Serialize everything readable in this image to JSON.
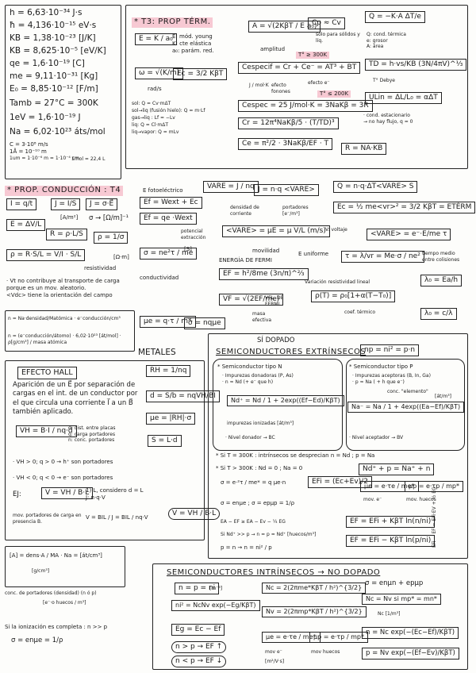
{
  "constants": [
    "h = 6,63·10⁻³⁴ J·s",
    "ħ = 4,136·10⁻¹⁵ eV·s",
    "KB = 1,38·10⁻²³ [J/K]",
    "KB = 8,625·10⁻⁵ [eV/K]",
    "qe = 1,6·10⁻¹⁹ [C]",
    "me = 9,11·10⁻³¹ [Kg]",
    "E₀ = 8,85·10⁻¹² [F/m]",
    "Tamb = 27°C = 300K",
    "1eV = 1,6·10⁻¹⁹ J",
    "Na = 6,02·10²³ áts/mol",
    "C = 3·10⁸ m/s",
    "1Å = 10⁻¹⁰ m",
    "1mol = 22,4 L",
    "1um = 1·10⁻⁶ m = 1·10⁻⁴ cm"
  ],
  "t3": {
    "title": "* T3: PROP TÉRM.",
    "young": "E = K / a₀",
    "young_legend": [
      "E: mód. young",
      "K: cte elástica",
      "a₀: parám. red."
    ],
    "omega": "ω = √(K/m)",
    "omega_unit": "rad/s",
    "ec": "Ec = 3/2 KβT",
    "latent": [
      "sol: Q = Cv·mΔT",
      "sol→liq (fusión hielo): Q = m·Lf",
      "gas→liq : Lf = −Lv",
      "liq: Q = Cl·mΔT",
      "liq→vapor: Q = mLv"
    ],
    "amplitud": "A = √(2KβT / E a₀)",
    "amplitud_label": "amplitud",
    "cp": "Cp ≈ Cv",
    "cp_note": "sólo para sólidos y líq.",
    "cespecif": "Cespecif = Cr + Ce⁻ = AT³ + BT",
    "t_hi": "T° ≥ 300K",
    "t_lo": "T° ≤ 200K",
    "labels_c": [
      "J / mol·K",
      "efecto fonones",
      "efecto e⁻"
    ],
    "cespec_const": "Cespec = 25 J/mol·K = 3NaKβ = 3R",
    "debye": "Cr = 12π⁴NaKβ/5 · (T/TD)³",
    "ce_eq": "Ce = π²/2 · 3NaKβ/EF · T",
    "q_cond": "Q = −K·A ΔT/e",
    "q_legend": [
      "Q: cond. térmica",
      "e: grosor",
      "A: área"
    ],
    "td": "TD = h·vs/KB (3N/4πV)^⅓",
    "td_note": "T° Debye",
    "ulin": "ULin = ΔL/L₀ = αΔT",
    "estacionario": [
      "· cond. estacionario",
      "→ no hay flujo, q = 0"
    ],
    "r_eq": "R = NA·KB"
  },
  "t4": {
    "title": "* PROP. CONDUCCIÓN : T4",
    "i": "I = q/t",
    "j": "J = I/S",
    "j_unit": "[A/m²]",
    "jv": "J = σ·E⃗",
    "e": "E = ΔV/L",
    "r": "R = ρ·L/S",
    "ohm": "σ → [Ω/m]⁻¹",
    "rho_eq": "ρ = 1/σ",
    "rho_unit": "[Ω·m]",
    "resistividad": "resistividad",
    "rho_full": "ρ = R·S/L = V/I · S/L",
    "notes": [
      "· Vt no contribuye al transporte de carga porque es un mov. aleatorio.",
      "<Vdc> tiene la orientación del campo"
    ],
    "fotoelec_title": "E fotoeléctrico",
    "fotoelec": "Ef = Wext + Ec",
    "fotoelec2": "Ef = qe ·Wext",
    "pot_label": "potencial extracción",
    "sigma_s": "σ = ne²τ / me",
    "sigma_unit": "[S]",
    "conductividad": "conductividad",
    "vdc": "VARE = J / nq",
    "j_eq": "J = n·q <VARE>",
    "densidad": "densidad de corriente",
    "portadores": "portadores [e⁻/m³]",
    "q_eq": "Q = n·q·ΔT<VARE> S",
    "ec2": "Ec = ½ me<vr>² = 3/2 KβT = ETÉRM",
    "ve": "<VARE> = μE = μ V/L (m/s)",
    "movilidad": "movilidad",
    "euniforme": "E uniforme",
    "vlabel": "V: voltaje",
    "vare2": "<VARE> = e⁻·E/me τ",
    "tiempo": "tiempo medio entre colisiones",
    "fermi_title": "ENERGÍA DE FERMI",
    "ef": "EF = h²/8me (3n/π)^⅔",
    "vf": "VF = √(2EF/me)",
    "vf_label": "VEL. DE FERMI",
    "masa": "masa efectiva",
    "mu": "μe = q·τ / m*",
    "sigma_mu": "σ = nqμe",
    "tau": "τ = λ/vr = Me·σ / ne²",
    "lambda_eq": "λ₀ = Ea/h",
    "lambda2": "λ₀ = c/λ",
    "variacion": "Variación resistividad lineal",
    "rho_t": "ρ(T) = ρ₀[1+α(T−T₀)]",
    "coef": "coef. térmico",
    "n_eq": "n = Na·densidad/Matómica · e⁻conducción/cm³",
    "n_eq2": "n = (e⁻conducción/átomo) · 6,02·10²³ [át/mol] · ρ[g/cm³] / masa atómica"
  },
  "metales": "METALES",
  "hall": {
    "title": "EFECTO HALL",
    "text": "Aparición de un E⃗ por separación de cargas en el int. de un conductor por el que circula una corriente I⃗ a un B⃗ también aplicado.",
    "vh": "VH = B·I / nq·d",
    "vh_legend": [
      "d: dist. entre placas",
      "q: carga portadores",
      "n: conc. portadores"
    ],
    "rh": "RH = 1/nq",
    "d": "d = S/b = nqVH/BI",
    "mu_h": "μe = |RH|·σ",
    "s": "S = L·d",
    "vh_pos": "· VH > 0; q > 0 → h⁺ son portadores",
    "vh_neg": "· VH < 0; q < 0 → e⁻ son portadores",
    "ej": "EJ:",
    "v_bl": "V = VH / B·L",
    "steps": [
      "1) L, considero d = L",
      "J: n·q·V"
    ],
    "movil": "mov. portadores de carga en presencia B.",
    "v_eq": "V = BIL / J = BIL / nq·V",
    "v_box": "V = VH / B·L"
  },
  "ba": {
    "a": "[A] = dens·A / MA · Na = [át/cm³]",
    "unit": "[g/cm³]",
    "conc": "conc. de portadores (densidad) (n ó p)",
    "conc2": "[e⁻·o huecos / m³]",
    "note": "Si la ionización es completa : n >> p",
    "sigma": "σ = enμe = 1/ρ"
  },
  "extr": {
    "dopado": "SÍ DOPADO",
    "title": "SEMICONDUCTORES EXTRÍNSECOS",
    "np": "np = ni² = p·n",
    "tipo_n": "* Semiconductor tipo N",
    "tipo_n_list": [
      "· Impurezas donadoras (P, As)",
      "· n ≈ Nd (+ e⁻ que h)"
    ],
    "nd": "Nd⁺ = Nd / 1 + 2exp((Ef−Ed)/KβT)",
    "imp_ion": "impurezas ionizadas [át/m³]",
    "donador": "· Nivel donador → BC",
    "tipo_p": "* Semiconductor tipo P",
    "tipo_p_list": [
      "· Impurezas aceptoras (B, In, Ga)",
      "· p ≈ Na ( + h que e⁻)"
    ],
    "conc_elem": "conc. \"elemento\"",
    "na": "Na⁻ = Na / 1 + 4exp((Ea−Ef)/KβT)",
    "na_unit": "[át/m³]",
    "aceptor": "· Nivel aceptador → BV",
    "si_t": "* Si T = 300K : intrínsecos se desprecian  n = Nd ; p = Na",
    "si_t2": "* Si T > 300K : Nd = 0 ; Na = 0",
    "nd2": "Nd⁺ + p = Na⁺ + n",
    "sigma_e": "σ = e·²τ / me* = q μe·n",
    "efi": "EFi = (Ec+Ev)/2",
    "mu_e": "μe = e·τe / me*",
    "mu_p": "μp = e·τp / mp*",
    "mov_e": "mov. e⁻",
    "mov_h": "mov. huecos",
    "sigma_enp": "σ = enμe ; σ = epμp = 1/ρ",
    "ef_line": "EA − EF ≥ EA − Ev − ¼ EG",
    "nd_eq": "Si Nd⁺ >> p → n = p = Nd⁺ [huecos/m³]",
    "pn": "p = n → n = ni² / p",
    "ef_n": "EF = EFi + KβT ln(n/ni)",
    "ef_p": "EF = EFi − KβT ln(p/ni)",
    "efi_vert": "EFi − EF = EFi·EV + ½ EG"
  },
  "intr": {
    "title": "SEMICONDUCTORES INTRÍNSECOS → NO DOPADO",
    "n_pni": "n = p = ni",
    "ni_unit": "[m⁻³]",
    "ni2": "ni² = NcNv exp(−Eg/KβT)",
    "eg": "Eg = Ec − Ef",
    "n_gt": "n > p → EF ↑",
    "n_lt": "n < p → EF ↓",
    "nc": "Nc = 2(2πme*KβT / h²)^{3/2}",
    "nv": "Nv = 2(2πmp*KβT / h²)^{3/2}",
    "mu_e": "μe = e·τe / me*",
    "mu_p": "μp = e·τp / mp*",
    "mov_e": "mov e⁻",
    "mov_h": "mov huecos",
    "units": "[m²/V·s]",
    "sigma": "σ = enμn + epμp",
    "nc_nv": "Nc = Nv si mp* = mn*",
    "nc_unit": "Nc [1/m³]",
    "n_exp": "n = Nc exp(−(Ec−Ef)/KβT)",
    "p_exp": "p = Nv exp(−(Ef−Ev)/KβT)"
  },
  "colors": {
    "highlight": "#f7c9d3",
    "ink": "#1a1a1a"
  }
}
